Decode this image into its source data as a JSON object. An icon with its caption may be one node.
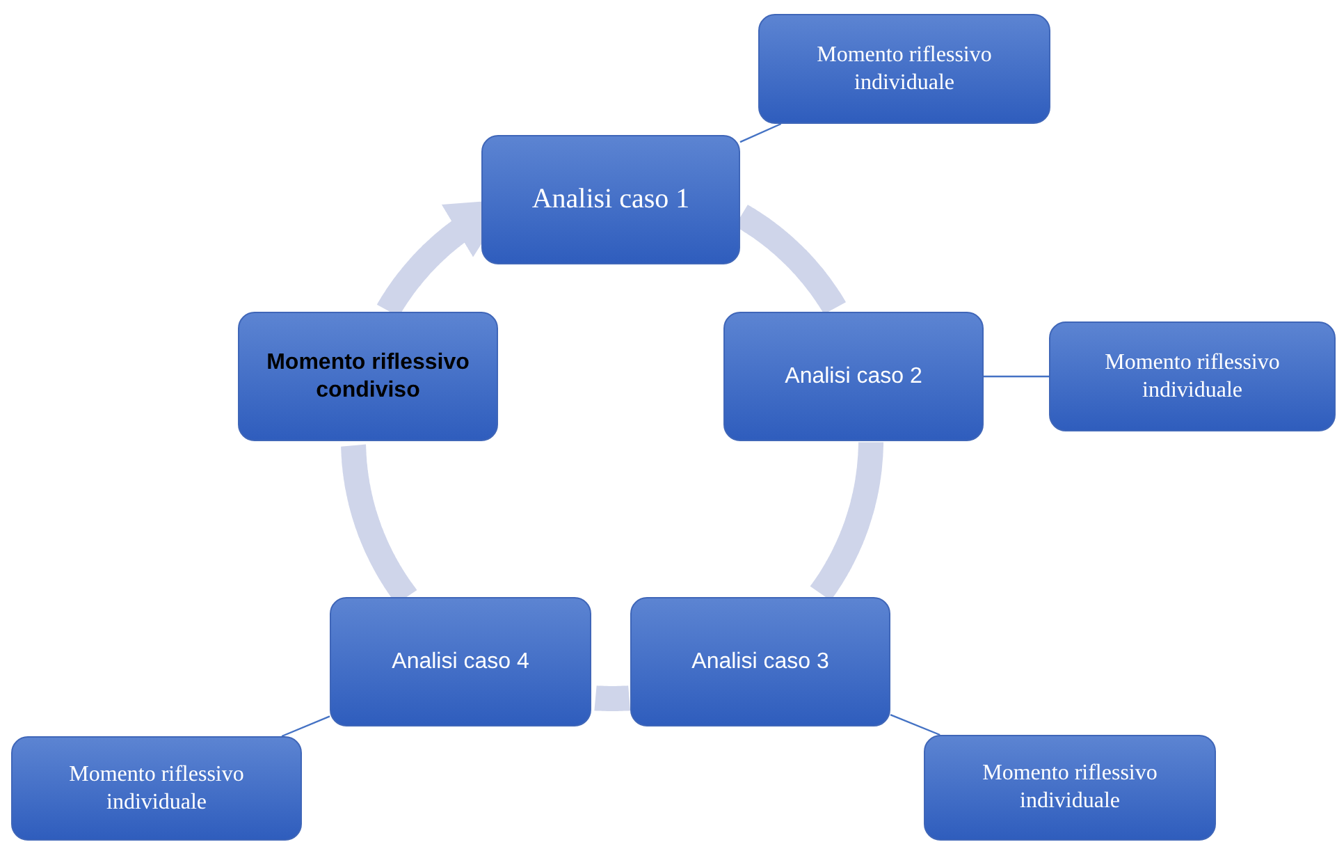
{
  "diagram": {
    "nodes": [
      {
        "text": [
          "Momento riflessivo individuale"
        ]
      },
      {
        "text": [
          "Analisi caso 1"
        ]
      },
      {
        "text": [
          "Momento riflessivo condiviso"
        ]
      },
      {
        "text": [
          "Analisi caso 2"
        ]
      },
      {
        "text": [
          "Momento riflessivo individuale"
        ]
      },
      {
        "text": [
          "Analisi caso 4"
        ]
      },
      {
        "text": [
          "Analisi caso 3"
        ]
      },
      {
        "text": [
          "Momento riflessivo individuale"
        ]
      },
      {
        "text": [
          "Momento riflessivo individuale"
        ]
      }
    ],
    "edges": [
      {
        "from": 2,
        "to": 1,
        "arrow": "to"
      },
      {
        "from": 1,
        "to": 3,
        "arrow": "none"
      },
      {
        "from": 3,
        "to": 6,
        "arrow": "none"
      },
      {
        "from": 6,
        "to": 5,
        "arrow": "none"
      },
      {
        "from": 5,
        "to": 2,
        "arrow": "none"
      },
      {
        "from": 1,
        "to": 0,
        "arrow": "none",
        "color": "#4472c4"
      },
      {
        "from": 3,
        "to": 4,
        "arrow": "none",
        "color": "#4472c4"
      },
      {
        "from": 6,
        "to": 8,
        "arrow": "none",
        "color": "#4472c4"
      },
      {
        "from": 5,
        "to": 7,
        "arrow": "none",
        "color": "#4472c4"
      }
    ]
  }
}
